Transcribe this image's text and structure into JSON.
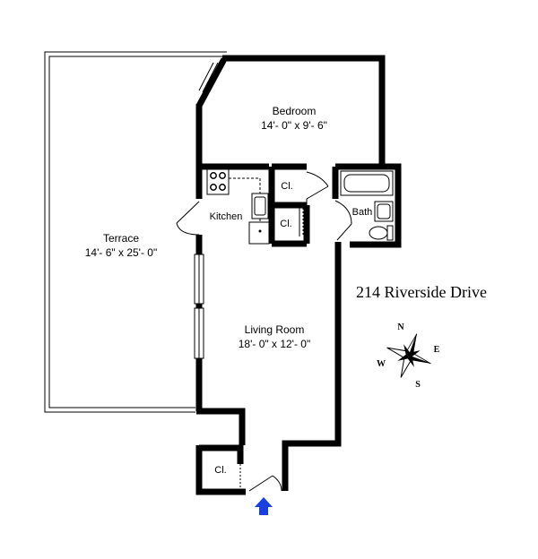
{
  "rooms": {
    "bedroom": {
      "name": "Bedroom",
      "size": "14'- 0\" x 9'- 6\""
    },
    "terrace": {
      "name": "Terrace",
      "size": "14'- 6\" x 25'- 0\""
    },
    "living_room": {
      "name": "Living Room",
      "size": "18'- 0\" x 12'- 0\""
    },
    "kitchen": {
      "name": "Kitchen"
    },
    "bath": {
      "name": "Bath"
    },
    "closet_upper": {
      "name": "Cl."
    },
    "closet_middle": {
      "name": "Cl."
    },
    "closet_entry": {
      "name": "Cl."
    }
  },
  "address": "214 Riverside Drive",
  "compass": {
    "north": "N",
    "east": "E",
    "south": "S",
    "west": "W"
  },
  "entry_arrow_color": "#1a3fe0"
}
